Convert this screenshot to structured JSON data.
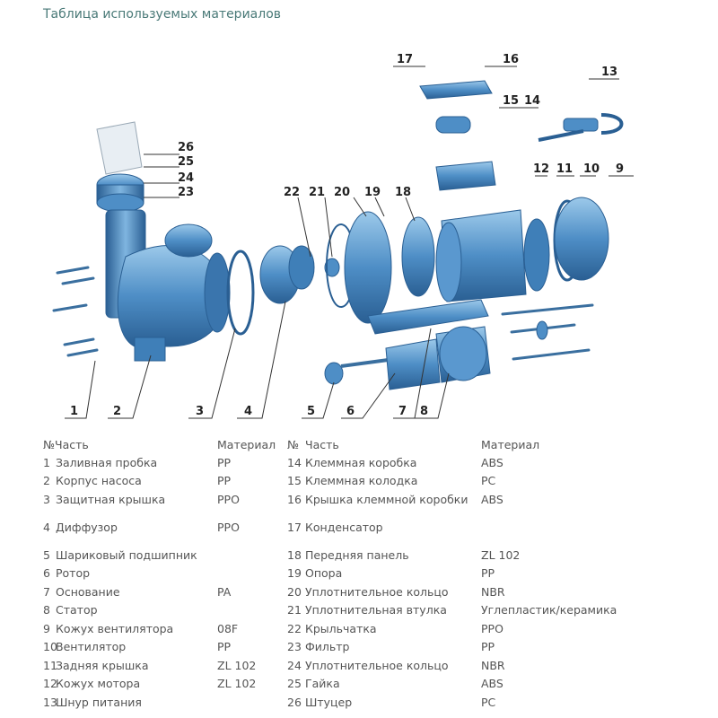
{
  "title": "Таблица используемых материалов",
  "callouts": [
    "1",
    "2",
    "3",
    "4",
    "5",
    "6",
    "7",
    "8",
    "9",
    "10",
    "11",
    "12",
    "13",
    "14",
    "15",
    "16",
    "17",
    "18",
    "19",
    "20",
    "21",
    "22",
    "23",
    "24",
    "25",
    "26"
  ],
  "table": {
    "header_left": {
      "num": "№Часть",
      "material": "Материал"
    },
    "header_right": {
      "num": "№",
      "part": "Часть",
      "material": "Материал"
    },
    "left": [
      {
        "num": "1",
        "name": "Заливная пробка",
        "material": "PP"
      },
      {
        "num": "2",
        "name": "Корпус насоса",
        "material": "PP"
      },
      {
        "num": "3",
        "name": "Защитная крышка",
        "material": "PPO"
      },
      {
        "num": "4",
        "name": "Диффузор",
        "material": "PPO"
      },
      {
        "num": "5",
        "name": "Шариковый подшипник",
        "material": ""
      },
      {
        "num": "6",
        "name": "Ротор",
        "material": ""
      },
      {
        "num": "7",
        "name": "Основание",
        "material": "PA"
      },
      {
        "num": "8",
        "name": "Статор",
        "material": ""
      },
      {
        "num": "9",
        "name": "Кожух вентилятора",
        "material": "08F"
      },
      {
        "num": "10",
        "name": "Вентилятор",
        "material": "PP"
      },
      {
        "num": "11",
        "name": "Задняя крышка",
        "material": "ZL 102"
      },
      {
        "num": "12",
        "name": "Кожух мотора",
        "material": "ZL 102"
      },
      {
        "num": "13",
        "name": "Шнур питания",
        "material": ""
      }
    ],
    "right": [
      {
        "num": "14",
        "name": "Клеммная коробка",
        "material": "ABS"
      },
      {
        "num": "15",
        "name": "Клеммная колодка",
        "material": "PC"
      },
      {
        "num": "16",
        "name": "Крышка клеммной коробки",
        "material": "ABS"
      },
      {
        "num": "17",
        "name": "Конденсатор",
        "material": ""
      },
      {
        "num": "18",
        "name": "Передняя панель",
        "material": "ZL 102"
      },
      {
        "num": "19",
        "name": "Опора",
        "material": "PP"
      },
      {
        "num": "20",
        "name": "Уплотнительное кольцо",
        "material": "NBR"
      },
      {
        "num": "21",
        "name": "Уплотнительная втулка",
        "material": "Углепластик/керамика"
      },
      {
        "num": "22",
        "name": "Крыльчатка",
        "material": "PPO"
      },
      {
        "num": "23",
        "name": "Фильтр",
        "material": "PP"
      },
      {
        "num": "24",
        "name": "Уплотнительное кольцо",
        "material": "NBR"
      },
      {
        "num": "25",
        "name": "Гайка",
        "material": "ABS"
      },
      {
        "num": "26",
        "name": "Штуцер",
        "material": "PC"
      }
    ]
  },
  "colors": {
    "part_fill": "#3f7fb8",
    "part_light": "#8fc0e6",
    "title": "#4a7a78"
  }
}
